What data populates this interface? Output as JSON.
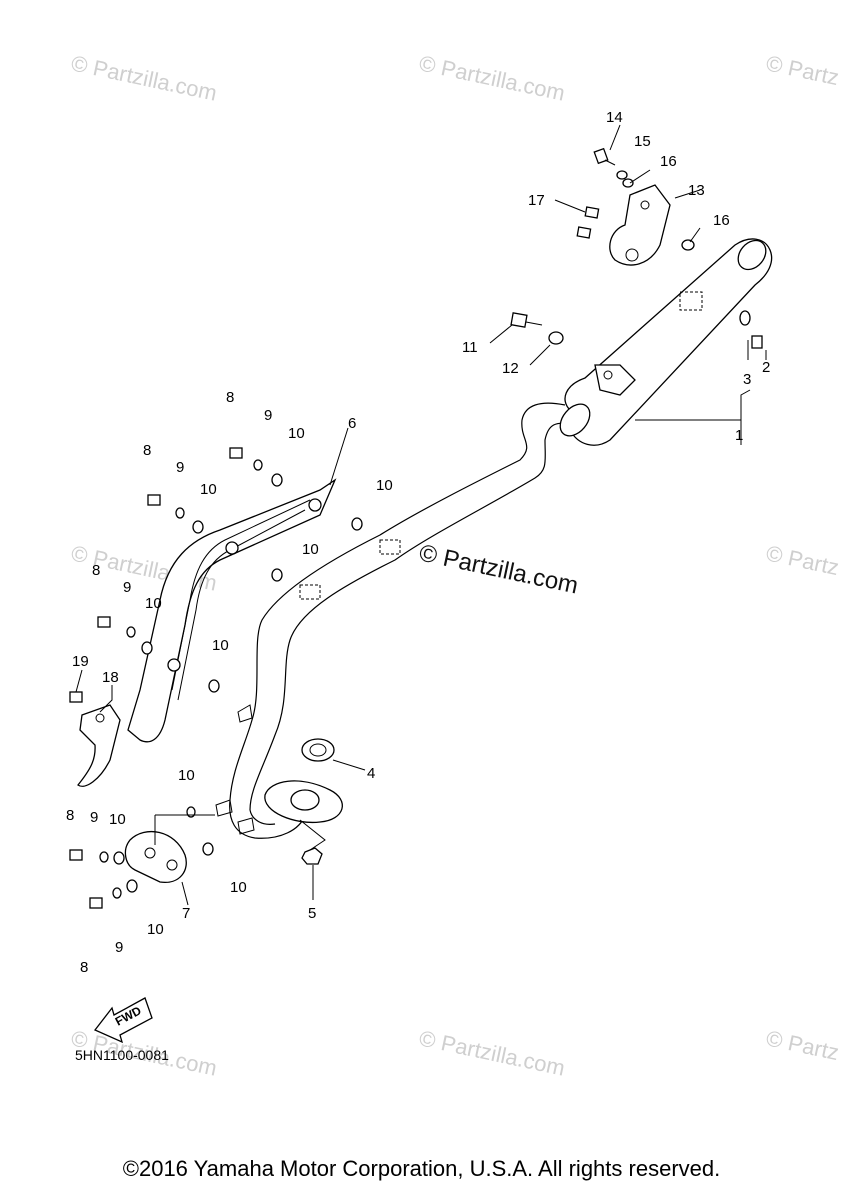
{
  "watermarks": [
    "© Partzilla.com",
    "© Partzilla.com",
    "© Partz",
    "© Partzilla.com",
    "© Partz",
    "© Partzilla.com",
    "© Partzilla.com",
    "© Partz"
  ],
  "center_watermark": "© Partzilla.com",
  "diagram_code": "5HN1100-0081",
  "fwd_label": "FWD",
  "copyright": "©2016 Yamaha Motor Corporation, U.S.A. All rights reserved.",
  "callouts": {
    "c1": "1",
    "c2": "2",
    "c3": "3",
    "c4": "4",
    "c5": "5",
    "c6": "6",
    "c7": "7",
    "c8a": "8",
    "c8b": "8",
    "c8c": "8",
    "c8d": "8",
    "c8e": "8",
    "c9a": "9",
    "c9b": "9",
    "c9c": "9",
    "c9d": "9",
    "c9e": "9",
    "c10a": "10",
    "c10b": "10",
    "c10c": "10",
    "c10d": "10",
    "c10e": "10",
    "c10f": "10",
    "c10g": "10",
    "c10h": "10",
    "c10i": "10",
    "c10j": "10",
    "c11": "11",
    "c12": "12",
    "c13": "13",
    "c14": "14",
    "c15": "15",
    "c16a": "16",
    "c16b": "16",
    "c17": "17",
    "c18": "18",
    "c19": "19"
  }
}
